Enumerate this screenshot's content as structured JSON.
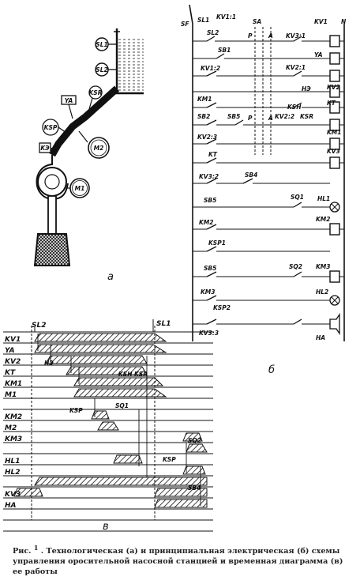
{
  "panel_a": {
    "label": "а",
    "components": [
      "SL1",
      "SL2",
      "YA",
      "KSR",
      "KSP",
      "KЭ",
      "M2",
      "M1"
    ]
  },
  "panel_b": {
    "label": "б",
    "top_labels": [
      "SF",
      "SL1",
      "KV1:1",
      "SA",
      "KV3:1",
      "KV1",
      "N"
    ],
    "contacts": [
      "SL2",
      "SB1",
      "KV1:2",
      "KV2:1",
      "KM1",
      "SB2",
      "SB5",
      "KV2:2",
      "KSR",
      "KV2:3",
      "KT",
      "KV3:2",
      "SB4",
      "SQ1",
      "SB5",
      "KM2",
      "KSP1",
      "SQ2",
      "SB5",
      "KM3",
      "KSP2",
      "KV3:3"
    ],
    "switch_positions": [
      "P",
      "A",
      "P",
      "A"
    ],
    "coils": [
      "KV1",
      "YA",
      "KV2",
      "KT",
      "KM1",
      "KV3",
      "HL1",
      "KM2",
      "KM3",
      "HL2",
      "HA"
    ],
    "coil_small_labels": [
      "HЭ",
      "KSH"
    ]
  },
  "panel_c": {
    "label": "в",
    "top_markers": [
      "SL2",
      "SL1"
    ],
    "rows": [
      "KV1",
      "YA",
      "KV2",
      "KT",
      "KM1",
      "M1",
      "KM2",
      "M2",
      "KM3",
      "HL1",
      "HL2",
      "KV3",
      "HA"
    ],
    "annotations": [
      "HЭ",
      "KSH",
      "KSR",
      "KSP",
      "SQ1",
      "KSP",
      "SQ2",
      "SB4"
    ]
  },
  "caption": {
    "prefix": "Рис.",
    "number": "1",
    "text": ". Технологическая (а) и принципиальная электрическая (б) схемы управления оросительной насосной станцией и временная диаграмма (в) ее работы"
  }
}
